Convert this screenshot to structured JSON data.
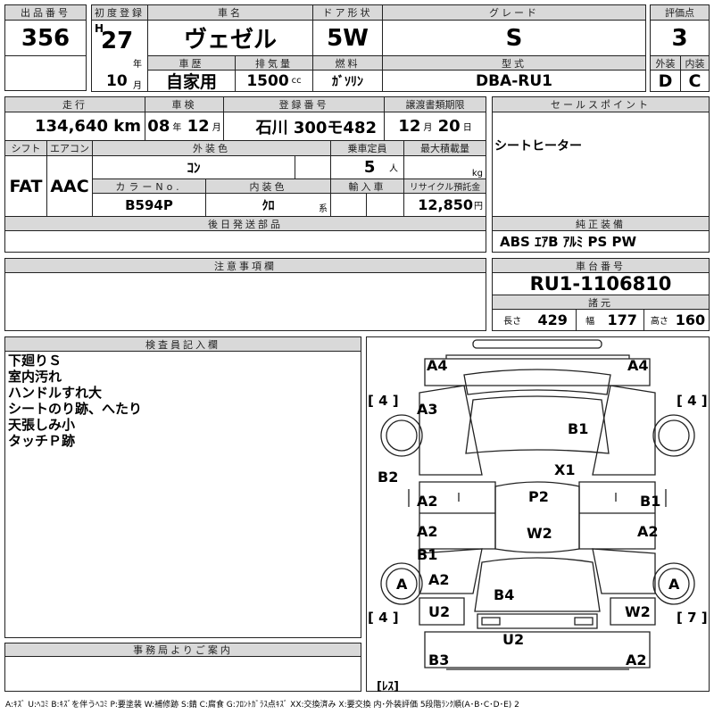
{
  "listing": {
    "label": "出品番号",
    "value": "356"
  },
  "first_reg": {
    "label": "初度登録",
    "era": "H",
    "year": "27",
    "year_unit": "年",
    "month": "10",
    "month_unit": "月"
  },
  "car_name": {
    "label": "車名",
    "value": "ヴェゼル"
  },
  "door": {
    "label": "ドア形状",
    "value": "5W"
  },
  "grade": {
    "label": "グレード",
    "value": "S"
  },
  "history": {
    "label": "車歴",
    "value": "自家用"
  },
  "displacement": {
    "label": "排気量",
    "value": "1500",
    "unit": "cc"
  },
  "fuel": {
    "label": "燃料",
    "value": "ｶﾞｿﾘﾝ"
  },
  "model": {
    "label": "型式",
    "value": "DBA-RU1"
  },
  "score": {
    "label": "評価点",
    "value": "3",
    "exterior_label": "外装",
    "interior_label": "内装",
    "exterior": "D",
    "interior": "C"
  },
  "mileage": {
    "label": "走行",
    "value": "134,640",
    "unit": "km"
  },
  "inspection": {
    "label": "車検",
    "year": "08",
    "year_unit": "年",
    "month": "12",
    "month_unit": "月"
  },
  "plate": {
    "label": "登録番号",
    "value": "石川 300モ482"
  },
  "transfer": {
    "label": "譲渡書類期限",
    "month": "12",
    "month_unit": "月",
    "day": "20",
    "day_unit": "日"
  },
  "shift": {
    "label": "シフト",
    "value": "FAT"
  },
  "aircon": {
    "label": "エアコン",
    "value": "AAC"
  },
  "ext_color": {
    "label": "外装色",
    "value": "ｺﾝ"
  },
  "capacity": {
    "label": "乗車定員",
    "value": "5",
    "unit": "人"
  },
  "max_load": {
    "label": "最大積載量",
    "unit": "kg"
  },
  "color_no": {
    "label": "カラーNo.",
    "value": "B594P"
  },
  "int_color": {
    "label": "内装色",
    "value": "ｸﾛ",
    "suffix": "系"
  },
  "import": {
    "label": "輸入車"
  },
  "recycle": {
    "label": "リサイクル預託金",
    "value": "12,850",
    "unit": "円"
  },
  "later_parts": {
    "label": "後日発送部品"
  },
  "sales_point": {
    "label": "セールスポイント",
    "value": "シートヒーター"
  },
  "equipment": {
    "label": "純正装備",
    "value": "ABS ｴｱB ｱﾙﾐ PS PW"
  },
  "caution": {
    "label": "注意事項欄"
  },
  "chassis": {
    "label": "車台番号",
    "value": "RU1-1106810"
  },
  "specs": {
    "label": "諸元",
    "length_label": "長さ",
    "length": "429",
    "width_label": "幅",
    "width": "177",
    "height_label": "高さ",
    "height": "160"
  },
  "inspector": {
    "label": "検査員記入欄",
    "lines": [
      "下廻りＳ",
      "室内汚れ",
      "ハンドルすれ大",
      "シートのり跡、へたり",
      "天張しみ小",
      "タッチＰ跡"
    ]
  },
  "office": {
    "label": "事務局よりご案内"
  },
  "diagram": {
    "marks": [
      "A4",
      "A4",
      "[ 4 ]",
      "[ 4 ]",
      "A3",
      "B1",
      "X1",
      "B2",
      "A2",
      "P2",
      "B1",
      "A2",
      "W2",
      "A2",
      "B1",
      "A",
      "A2",
      "A",
      "B4",
      "[ 4 ]",
      "U2",
      "W2",
      "[ 7 ]",
      "U2",
      "B3",
      "A2",
      "[ﾚｽ]"
    ]
  },
  "legend": "A:ｷｽﾞ U:ﾍｺﾐ B:ｷｽﾞを伴うﾍｺﾐ P:要塗装 W:補修跡 S:錆 C:腐食 G:ﾌﾛﾝﾄｶﾞﾗｽ点ｷｽﾞ XX:交換済み X:要交換 内･外装評価 5段階ﾗﾝｸ順(A･B･C･D･E) 2"
}
